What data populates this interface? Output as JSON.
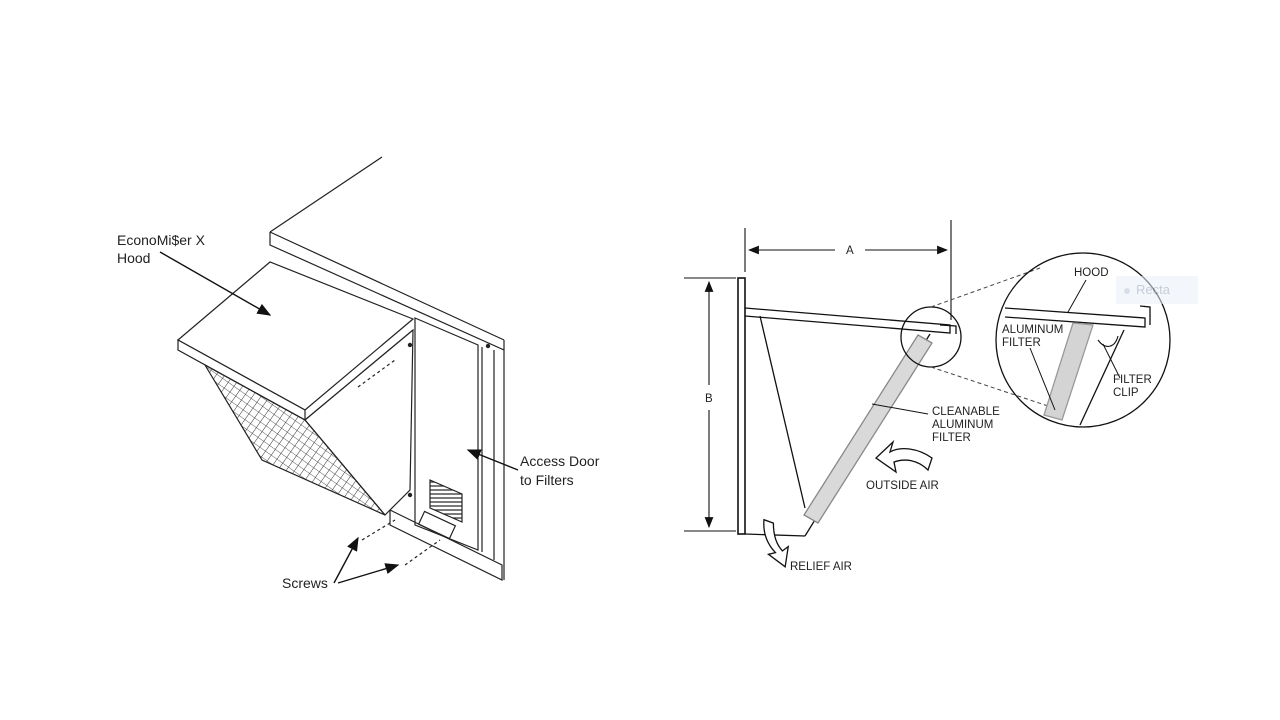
{
  "left_diagram": {
    "hood_label_line1": "EconoMi$er X",
    "hood_label_line2": "Hood",
    "access_label_line1": "Access Door",
    "access_label_line2": "to Filters",
    "screws_label": "Screws"
  },
  "right_diagram": {
    "dim_a": "A",
    "dim_b": "B",
    "hood": "HOOD",
    "aluminum_filter_line1": "ALUMINUM",
    "aluminum_filter_line2": "FILTER",
    "filter_clip_line1": "FILTER",
    "filter_clip_line2": "CLIP",
    "cleanable_line1": "CLEANABLE",
    "cleanable_line2": "ALUMINUM",
    "cleanable_line3": "FILTER",
    "outside_air": "OUTSIDE AIR",
    "relief_air": "RELIEF AIR"
  },
  "overlay": {
    "ghost_label": "Recta"
  }
}
